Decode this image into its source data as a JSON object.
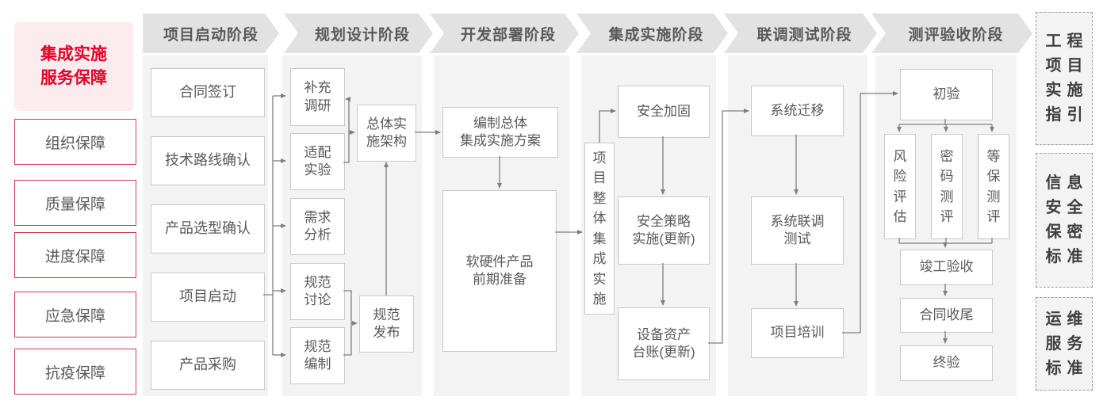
{
  "palette": {
    "accent_red": "#e60027",
    "pink_bg": "#fcecee",
    "red_border": "#cb3b4d",
    "panel_gray": "#f3f3f3",
    "header_band": "#e2e2e2",
    "text_gray": "#595959",
    "connector": "#7f7f7f"
  },
  "sidebar": {
    "title": "集成实施\n服务保障",
    "items": [
      {
        "label": "组织保障"
      },
      {
        "label": "质量保障"
      },
      {
        "label": "进度保障"
      },
      {
        "label": "应急保障"
      },
      {
        "label": "抗疫保障"
      }
    ]
  },
  "phases": [
    {
      "header": "项目启动阶段",
      "nodes": [
        {
          "label": "合同签订"
        },
        {
          "label": "技术路线确认"
        },
        {
          "label": "产品选型确认"
        },
        {
          "label": "项目启动"
        },
        {
          "label": "产品采购"
        }
      ]
    },
    {
      "header": "规划设计阶段",
      "nodes": [
        {
          "label": "补充\n调研"
        },
        {
          "label": "适配\n实验"
        },
        {
          "label": "需求\n分析"
        },
        {
          "label": "规范\n讨论"
        },
        {
          "label": "规范\n编制"
        },
        {
          "label": "总体实\n施架构"
        },
        {
          "label": "规范\n发布"
        }
      ]
    },
    {
      "header": "开发部署阶段",
      "nodes": [
        {
          "label": "编制总体\n集成实施方案"
        },
        {
          "label": "软硬件产品\n前期准备"
        }
      ]
    },
    {
      "header": "集成实施阶段",
      "nodes": [
        {
          "label": "项\n目\n整\n体\n集\n成\n实\n施"
        },
        {
          "label": "安全加固"
        },
        {
          "label": "安全策略\n实施(更新)"
        },
        {
          "label": "设备资产\n台账(更新)"
        }
      ]
    },
    {
      "header": "联调测试阶段",
      "nodes": [
        {
          "label": "系统迁移"
        },
        {
          "label": "系统联调\n测试"
        },
        {
          "label": "项目培训"
        }
      ]
    },
    {
      "header": "测评验收阶段",
      "nodes": [
        {
          "label": "初验"
        },
        {
          "label": "风\n险\n评\n估"
        },
        {
          "label": "密\n码\n测\n评"
        },
        {
          "label": "等\n保\n测\n评"
        },
        {
          "label": "竣工验收"
        },
        {
          "label": "合同收尾"
        },
        {
          "label": "终验"
        }
      ]
    }
  ],
  "standards": [
    {
      "label": "工程\n项目\n实施\n指引"
    },
    {
      "label": "信息\n安全\n保密\n标准"
    },
    {
      "label": "运维\n服务\n标准"
    }
  ]
}
